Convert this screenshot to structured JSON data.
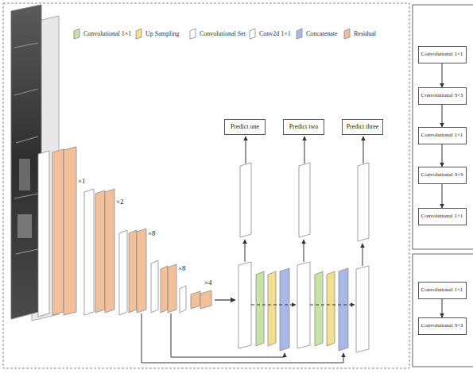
{
  "diagram": {
    "nodes": [
      {
        "text": [
          "Predict one"
        ]
      },
      {
        "text": [
          "Predict two"
        ]
      },
      {
        "text": [
          "Predict three"
        ]
      },
      {
        "text": [
          "Convolutional 1×1"
        ]
      },
      {
        "text": [
          "Convolutional 3×3"
        ]
      },
      {
        "text": [
          "Convolutional 1×1"
        ]
      },
      {
        "text": [
          "Convolutional 3×3"
        ]
      },
      {
        "text": [
          "Convolutional 1×1"
        ]
      },
      {
        "text": [
          "Convolutional 1×1"
        ]
      },
      {
        "text": [
          "Convolutional 3×3"
        ]
      }
    ],
    "edges": [
      {
        "from": 3,
        "to": 4,
        "arrow": "to"
      },
      {
        "from": 4,
        "to": 5,
        "arrow": "to"
      },
      {
        "from": 5,
        "to": 6,
        "arrow": "to"
      },
      {
        "from": 6,
        "to": 7,
        "arrow": "to"
      },
      {
        "from": 8,
        "to": 9,
        "arrow": "to"
      }
    ],
    "labels": [
      "×1",
      "×2",
      "×8",
      "×8",
      "×4"
    ],
    "legend": [
      {
        "text": "Convolutional 1×1",
        "color": "#c9e3a6"
      },
      {
        "text": "Up Sampling",
        "color": "#f3df8f"
      },
      {
        "text": "Convolutional Set",
        "color": "#ffffff"
      },
      {
        "text": "Conv2d 1×1",
        "color": "#ffffff"
      },
      {
        "text": "Concatenate",
        "color": "#aab8e8"
      },
      {
        "text": "Residual",
        "color": "#f2c09a"
      }
    ]
  }
}
